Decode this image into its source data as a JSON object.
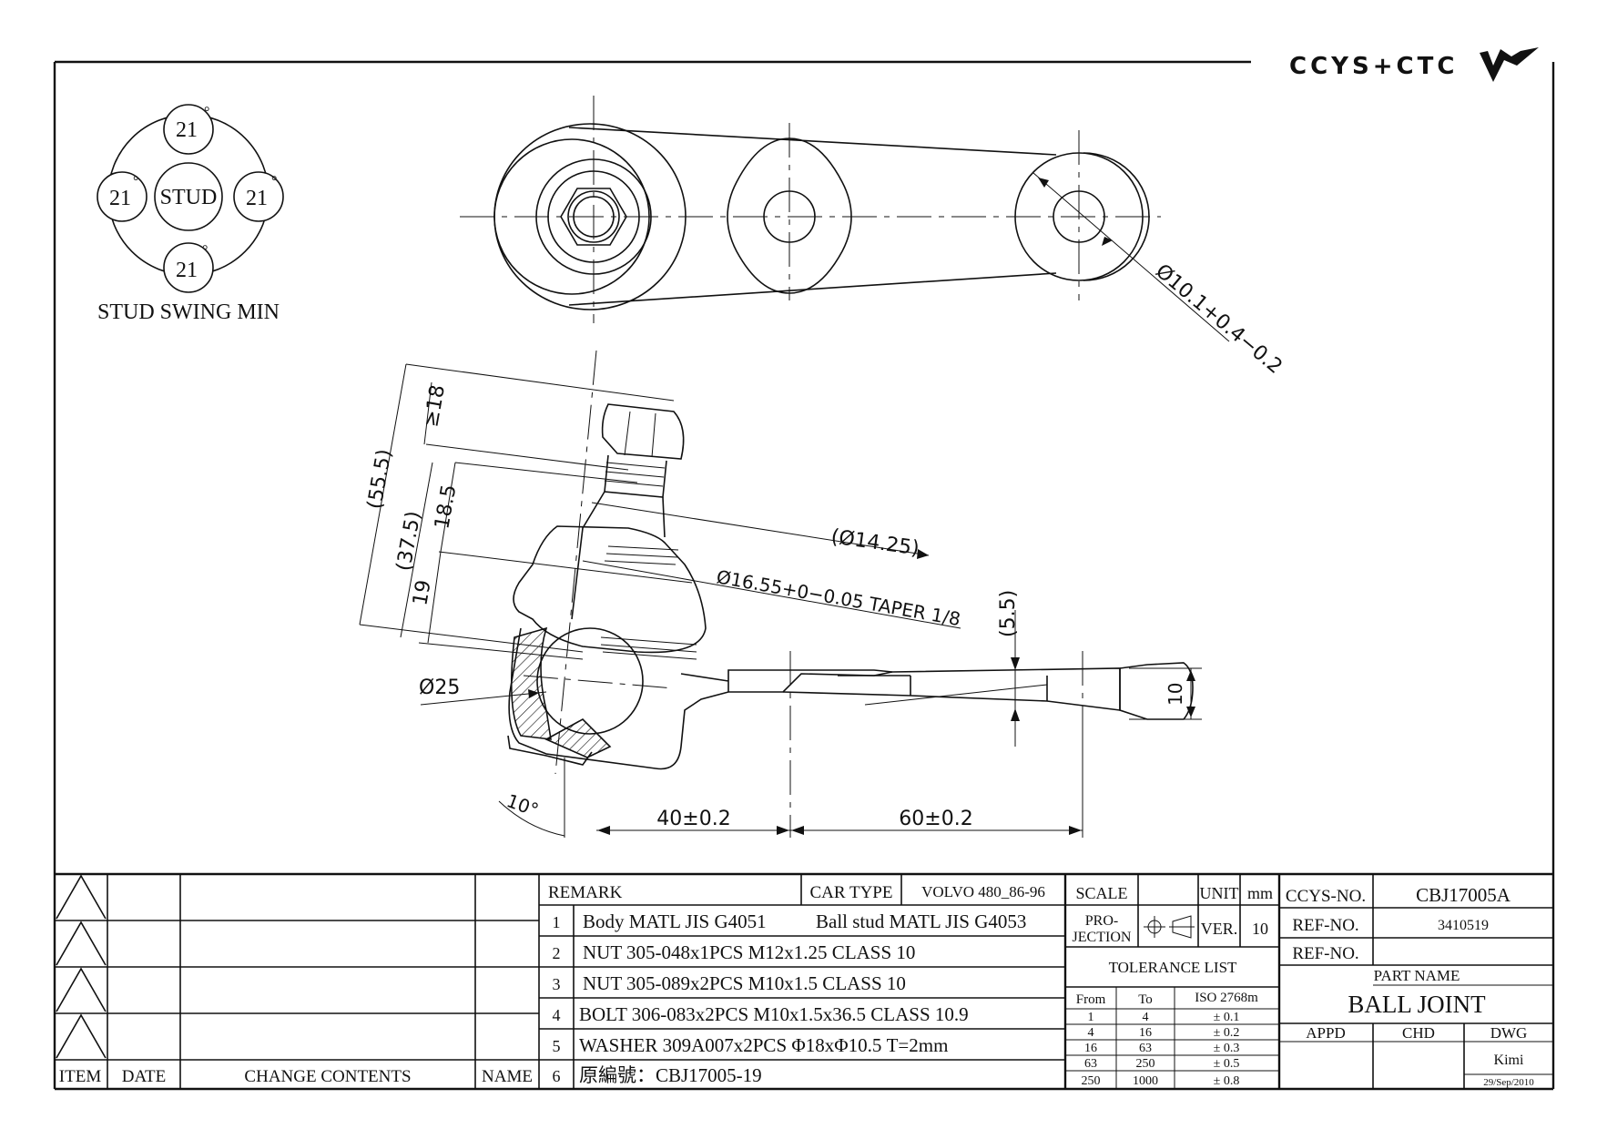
{
  "logo": {
    "text": "CCYS+CTC"
  },
  "swing": {
    "top": "21",
    "left": "21",
    "right": "21",
    "bottom": "21",
    "degree": "°",
    "center": "STUD",
    "caption": "STUD SWING MIN"
  },
  "dims": {
    "d_eye": "Ø10.1+0.4−0.2",
    "ge18": "≥18",
    "d555": "(55.5)",
    "d375": "(37.5)",
    "d185": "18.5",
    "d19": "19",
    "d1425": "(Ø14.25)",
    "taper": "Ø16.55+0−0.05  TAPER 1/8",
    "d55": "(5.5)",
    "d25": "Ø25",
    "d10": "10",
    "ang10": "10°",
    "d40": "40±0.2",
    "d60": "60±0.2"
  },
  "revision": {
    "headers": {
      "item": "ITEM",
      "date": "DATE",
      "contents": "CHANGE CONTENTS",
      "name": "NAME"
    }
  },
  "remarks": {
    "header": "REMARK",
    "car_type_label": "CAR TYPE",
    "car_type": "VOLVO 480_86-96",
    "rows": [
      {
        "no": "1",
        "text": "Body MATL JIS G4051",
        "text2": "Ball stud MATL JIS G4053"
      },
      {
        "no": "2",
        "text": "NUT 305-048x1PCS M12x1.25 CLASS 10"
      },
      {
        "no": "3",
        "text": "NUT 305-089x2PCS M10x1.5 CLASS 10"
      },
      {
        "no": "4",
        "text": "BOLT 306-083x2PCS M10x1.5x36.5 CLASS 10.9"
      },
      {
        "no": "5",
        "text": "WASHER 309A007x2PCS Φ18xΦ10.5 T=2mm"
      },
      {
        "no": "6",
        "text": "原編號：CBJ17005-19"
      }
    ]
  },
  "spec": {
    "scale_label": "SCALE",
    "scale": "",
    "unit_label": "UNIT",
    "unit": "mm",
    "projection_label_1": "PRO-",
    "projection_label_2": "JECTION",
    "ver_label": "VER.",
    "ver": "10",
    "tolerance_title": "TOLERANCE LIST",
    "tol_headers": {
      "from": "From",
      "to": "To",
      "iso": "ISO 2768m"
    },
    "tolerances": [
      {
        "from": "1",
        "to": "4",
        "tol": "± 0.1"
      },
      {
        "from": "4",
        "to": "16",
        "tol": "± 0.2"
      },
      {
        "from": "16",
        "to": "63",
        "tol": "± 0.3"
      },
      {
        "from": "63",
        "to": "250",
        "tol": "± 0.5"
      },
      {
        "from": "250",
        "to": "1000",
        "tol": "± 0.8"
      }
    ]
  },
  "title_block": {
    "ccys_no_label": "CCYS-NO.",
    "ccys_no": "CBJ17005A",
    "ref_no_label": "REF-NO.",
    "ref_no": "3410519",
    "ref_no2_label": "REF-NO.",
    "ref_no2": "",
    "part_name_label": "PART NAME",
    "part_name": "BALL JOINT",
    "appd_label": "APPD",
    "chd_label": "CHD",
    "dwg_label": "DWG",
    "dwg_by": "Kimi",
    "date": "29/Sep/2010"
  }
}
